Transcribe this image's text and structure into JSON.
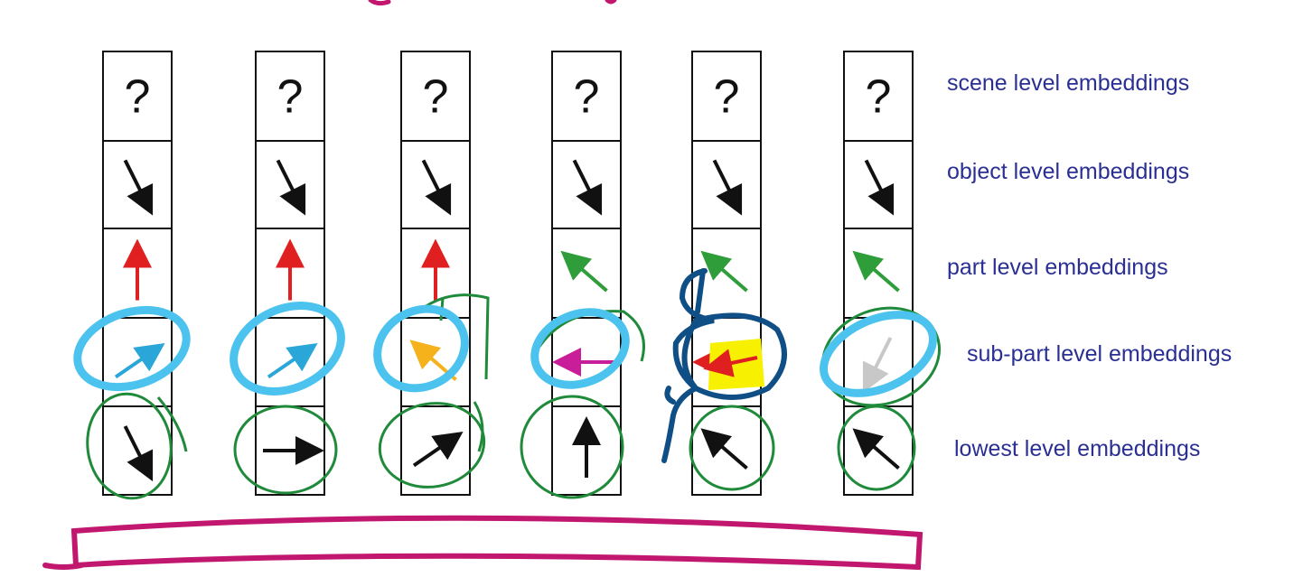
{
  "level_labels": {
    "scene": "scene level embeddings",
    "object": "object level embeddings",
    "part": "part level embeddings",
    "subpart": "sub-part level embeddings",
    "lowest": "lowest level embeddings"
  },
  "columns": [
    {
      "scene": "?",
      "object": "arrow-down-right",
      "part": "arrow-up",
      "subpart": "arrow-up-right",
      "lowest": "arrow-down-right"
    },
    {
      "scene": "?",
      "object": "arrow-down-right",
      "part": "arrow-up",
      "subpart": "arrow-up-right",
      "lowest": "arrow-right"
    },
    {
      "scene": "?",
      "object": "arrow-down-right",
      "part": "arrow-up",
      "subpart": "arrow-up-left",
      "lowest": "arrow-up-right"
    },
    {
      "scene": "?",
      "object": "arrow-down-right",
      "part": "arrow-up-left",
      "subpart": "arrow-left",
      "lowest": "arrow-up"
    },
    {
      "scene": "?",
      "object": "arrow-down-right",
      "part": "arrow-up-left",
      "subpart": "arrow-left",
      "lowest": "arrow-up-left"
    },
    {
      "scene": "?",
      "object": "arrow-down-right",
      "part": "arrow-up-left",
      "subpart": "arrow-down-left",
      "lowest": "arrow-up-left"
    }
  ],
  "colors": {
    "label_text": "#2a2f93",
    "arrow_black": "#111111",
    "arrow_red": "#e02020",
    "arrow_green": "#2f9e3a",
    "arrow_cyan": "#2aa7d8",
    "arrow_orange": "#f5b21a",
    "arrow_magenta": "#c81e9a",
    "arrow_gray": "#c8c8c8",
    "ink_cyan": "#4cc3ee",
    "ink_green": "#1f8a3a",
    "ink_navy": "#0f4f86",
    "ink_magenta": "#c2176f",
    "highlight_yellow": "#f7f000"
  }
}
